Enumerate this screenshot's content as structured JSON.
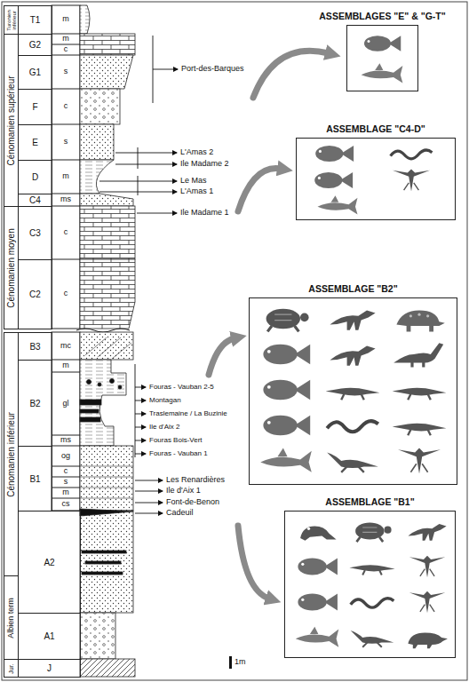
{
  "diagram": {
    "nodes": [
      {
        "text": [
          "Turonien inférieur"
        ]
      },
      {
        "text": [
          "Cénomanien supérieur"
        ]
      },
      {
        "text": [
          "Cénomanien moyen"
        ]
      },
      {
        "text": [
          "Cénomanien inférieur"
        ]
      },
      {
        "text": [
          "Albien term"
        ]
      },
      {
        "text": [
          "Jur."
        ]
      },
      {
        "text": [
          "T1"
        ]
      },
      {
        "text": [
          "G2"
        ]
      },
      {
        "text": [
          "G1"
        ]
      },
      {
        "text": [
          "F"
        ]
      },
      {
        "text": [
          "E"
        ]
      },
      {
        "text": [
          "D"
        ]
      },
      {
        "text": [
          "C4"
        ]
      },
      {
        "text": [
          "C3"
        ]
      },
      {
        "text": [
          "C2"
        ]
      },
      {
        "text": [
          "B3"
        ]
      },
      {
        "text": [
          "B2"
        ]
      },
      {
        "text": [
          "B1"
        ]
      },
      {
        "text": [
          "A2"
        ]
      },
      {
        "text": [
          "A1"
        ]
      },
      {
        "text": [
          "J"
        ]
      },
      {
        "text": [
          "ASSEMBLAGES \"E\" & \"G-T\""
        ]
      },
      {
        "text": [
          "ASSEMBLAGE \"C4-D\""
        ]
      },
      {
        "text": [
          "ASSEMBLAGE \"B2\""
        ]
      },
      {
        "text": [
          "ASSEMBLAGE \"B1\""
        ]
      }
    ],
    "labels": [
      "m",
      "m",
      "c",
      "s",
      "c",
      "s",
      "m",
      "ms",
      "c",
      "c",
      "mc",
      "m",
      "gl",
      "ms",
      "og",
      "c",
      "s",
      "m",
      "cs",
      "Port-des-Barques",
      "L'Amas 2",
      "Ile Madame 2",
      "Le Mas",
      "L'Amas 1",
      "Ile Madame 1",
      "Fouras - Vauban 2-5",
      "Montagan",
      "Traslemaine / La Buzinie",
      "Ile d'Aix 2",
      "Fouras Bois-Vert",
      "Fouras - Vauban 1",
      "Les Renardières",
      "Ile d'Aix 1",
      "Font-de-Benon",
      "Cadeuil",
      "1m"
    ]
  }
}
